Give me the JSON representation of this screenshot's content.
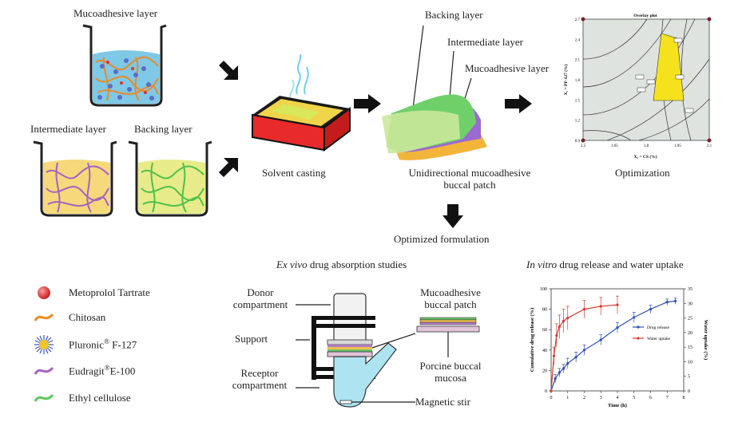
{
  "labels": {
    "mucoadhesive_layer": "Mucoadhesive layer",
    "intermediate_layer": "Intermediate layer",
    "backing_layer": "Backing layer",
    "solvent_casting": "Solvent casting",
    "backing_layer_patch": "Backing layer",
    "intermediate_layer_patch": "Intermediate layer",
    "mucoadhesive_layer_patch": "Mucoadhesive layer",
    "patch_caption_line1": "Unidirectional mucoadhesive",
    "patch_caption_line2": "buccal patch",
    "optimization": "Optimization",
    "optimized_formulation": "Optimized formulation"
  },
  "legend": [
    {
      "name": "Metoprolol Tartrate",
      "icon": "red-sphere-icon",
      "color": "#e53030"
    },
    {
      "name": "Chitosan",
      "icon": "orange-wavy-line-icon",
      "color": "#f08a24"
    },
    {
      "name": "Pluronic",
      "sup": "®",
      "suffix": " F-127",
      "icon": "micelle-icon",
      "color": "#f0c52a"
    },
    {
      "name": "Eudragit",
      "sup": "®",
      "suffix": "E-100",
      "icon": "purple-wavy-line-icon",
      "color": "#a463c4"
    },
    {
      "name": "Ethyl cellulose",
      "icon": "green-wavy-line-icon",
      "color": "#5cc85c"
    }
  ],
  "ex_vivo": {
    "title_italic": "Ex vivo",
    "title_rest": " drug absorption studies",
    "donor_line1": "Donor",
    "donor_line2": "compartment",
    "support": "Support",
    "receptor_line1": "Receptor",
    "receptor_line2": "compartment",
    "patch_line1": "Mucoadhesive",
    "patch_line2": "buccal patch",
    "mucosa_line1": "Porcine buccal",
    "mucosa_line2": "mucosa",
    "stir": "Magnetic stir"
  },
  "in_vitro": {
    "title_italic": "In vitro",
    "title_rest": " drug release and water uptake"
  },
  "overlay_plot": {
    "title": "Overlay plot",
    "xlabel": "X₂ = CS (%)",
    "ylabel": "X₁ = PF-127 (%)",
    "x_ticks": [
      "1.5",
      "1.65",
      "1.8",
      "1.95",
      "2.1"
    ],
    "y_ticks": [
      "0.9",
      "1.2",
      "1.5",
      "1.8",
      "2.1",
      "2.4",
      "2.7"
    ],
    "x_range": [
      1.5,
      2.1
    ],
    "y_range": [
      0.9,
      2.7
    ],
    "region_color": "#f5e21c",
    "background": "#dfe3e0"
  },
  "chart_data": {
    "type": "line",
    "title": "",
    "xlabel": "Time (h)",
    "ylabel": "Cumulative drug release (%)",
    "y2label": "Water uptake (%)",
    "xlim": [
      0,
      8
    ],
    "ylim": [
      0,
      100
    ],
    "y2lim": [
      0,
      35
    ],
    "x_ticks": [
      0,
      1,
      2,
      3,
      4,
      5,
      6,
      7,
      8
    ],
    "y_ticks": [
      0,
      20,
      40,
      60,
      80,
      100
    ],
    "y2_ticks": [
      0,
      5,
      10,
      15,
      20,
      25,
      30,
      35
    ],
    "legend_position": "right",
    "series": [
      {
        "name": "Drug release",
        "axis": "left",
        "color": "#2e4fb4",
        "x": [
          0,
          0.25,
          0.5,
          0.75,
          1,
          1.5,
          2,
          3,
          4,
          5,
          6,
          7,
          7.5
        ],
        "y": [
          0,
          12,
          18,
          22,
          27,
          33,
          40,
          50,
          62,
          72,
          80,
          87,
          88
        ],
        "err": [
          0,
          4,
          4,
          4,
          5,
          5,
          5,
          5,
          5,
          5,
          4,
          3,
          3
        ]
      },
      {
        "name": "Water uptake",
        "axis": "right",
        "color": "#d93a2e",
        "x": [
          0,
          0.17,
          0.33,
          0.5,
          0.75,
          1,
          2,
          3,
          4
        ],
        "y": [
          0,
          12,
          19,
          22,
          24,
          25,
          28,
          29,
          29.5
        ],
        "err": [
          0,
          3,
          4,
          4,
          4,
          4,
          3,
          3,
          3
        ]
      }
    ]
  }
}
